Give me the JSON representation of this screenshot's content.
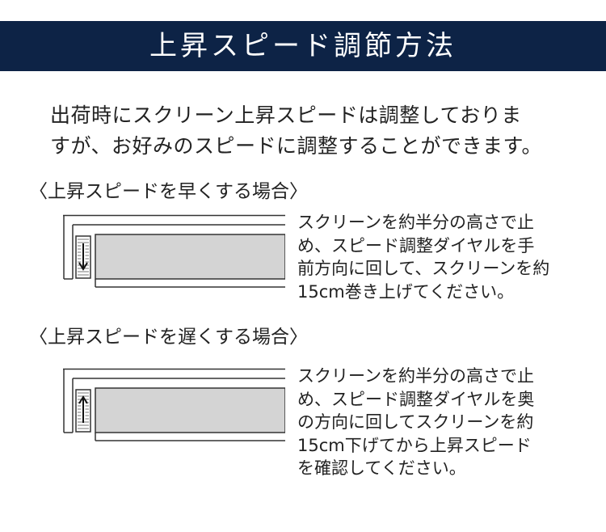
{
  "header": {
    "title": "上昇スピード調節方法",
    "background": "#0d2346"
  },
  "intro": {
    "lines": [
      "出荷時にスクリーン上昇スピードは調整しておりま",
      "すが、お好みのスピードに調整することができます。"
    ]
  },
  "sections": [
    {
      "heading": "〈上昇スピードを早くする場合〉",
      "arrow": "down-arrow-icon",
      "lines": [
        "スクリーンを約半分の高さで止",
        "め、スピード調整ダイヤルを手",
        "前方向に回して、スクリーンを約",
        "15cm巻き上げてください。"
      ]
    },
    {
      "heading": "〈上昇スピードを遅くする場合〉",
      "arrow": "up-arrow-icon",
      "lines": [
        "スクリーンを約半分の高さで止",
        "め、スピード調整ダイヤルを奥",
        "の方向に回してスクリーンを約",
        "15cm下げてから上昇スピード",
        "を確認してください。"
      ]
    }
  ]
}
